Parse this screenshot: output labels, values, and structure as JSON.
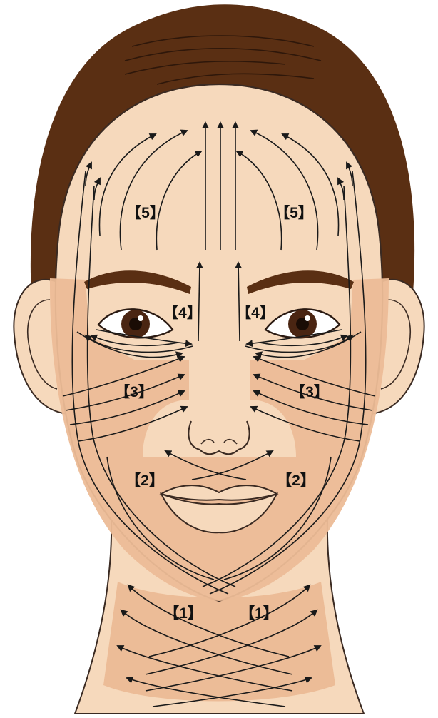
{
  "labels": {
    "zone_1": "【1】",
    "zone_2": "【2】",
    "zone_3": "【3】",
    "zone_4": "【4】",
    "zone_5": "【5】"
  },
  "colors": {
    "hair": "#5a2f13",
    "skin": "#f6d9bc",
    "skin_shade": "#ecbc97",
    "outline": "#3a2a22",
    "arrow": "#1a1a1a",
    "brow": "#5a2f13",
    "iris": "#4a2512"
  }
}
